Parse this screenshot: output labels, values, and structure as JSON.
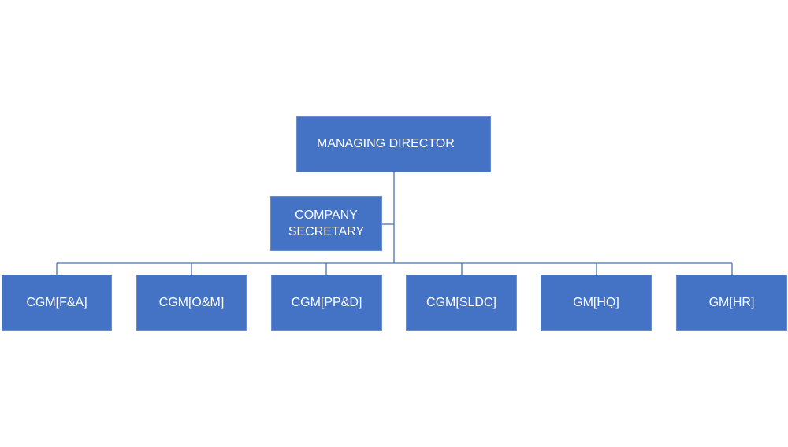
{
  "org_chart": {
    "top": {
      "label": "MANAGING DIRECTOR"
    },
    "assistant": {
      "label": "COMPANY SECRETARY"
    },
    "departments": [
      {
        "label": "CGM[F&A]"
      },
      {
        "label": "CGM[O&M]"
      },
      {
        "label": "CGM[PP&D]"
      },
      {
        "label": "CGM[SLDC]"
      },
      {
        "label": "GM[HQ]"
      },
      {
        "label": "GM[HR]"
      }
    ]
  },
  "colors": {
    "box_fill": "#4472c4",
    "box_border": "#6a8fd0",
    "connector": "#4a70b0",
    "text": "#ffffff",
    "background": "#ffffff"
  }
}
